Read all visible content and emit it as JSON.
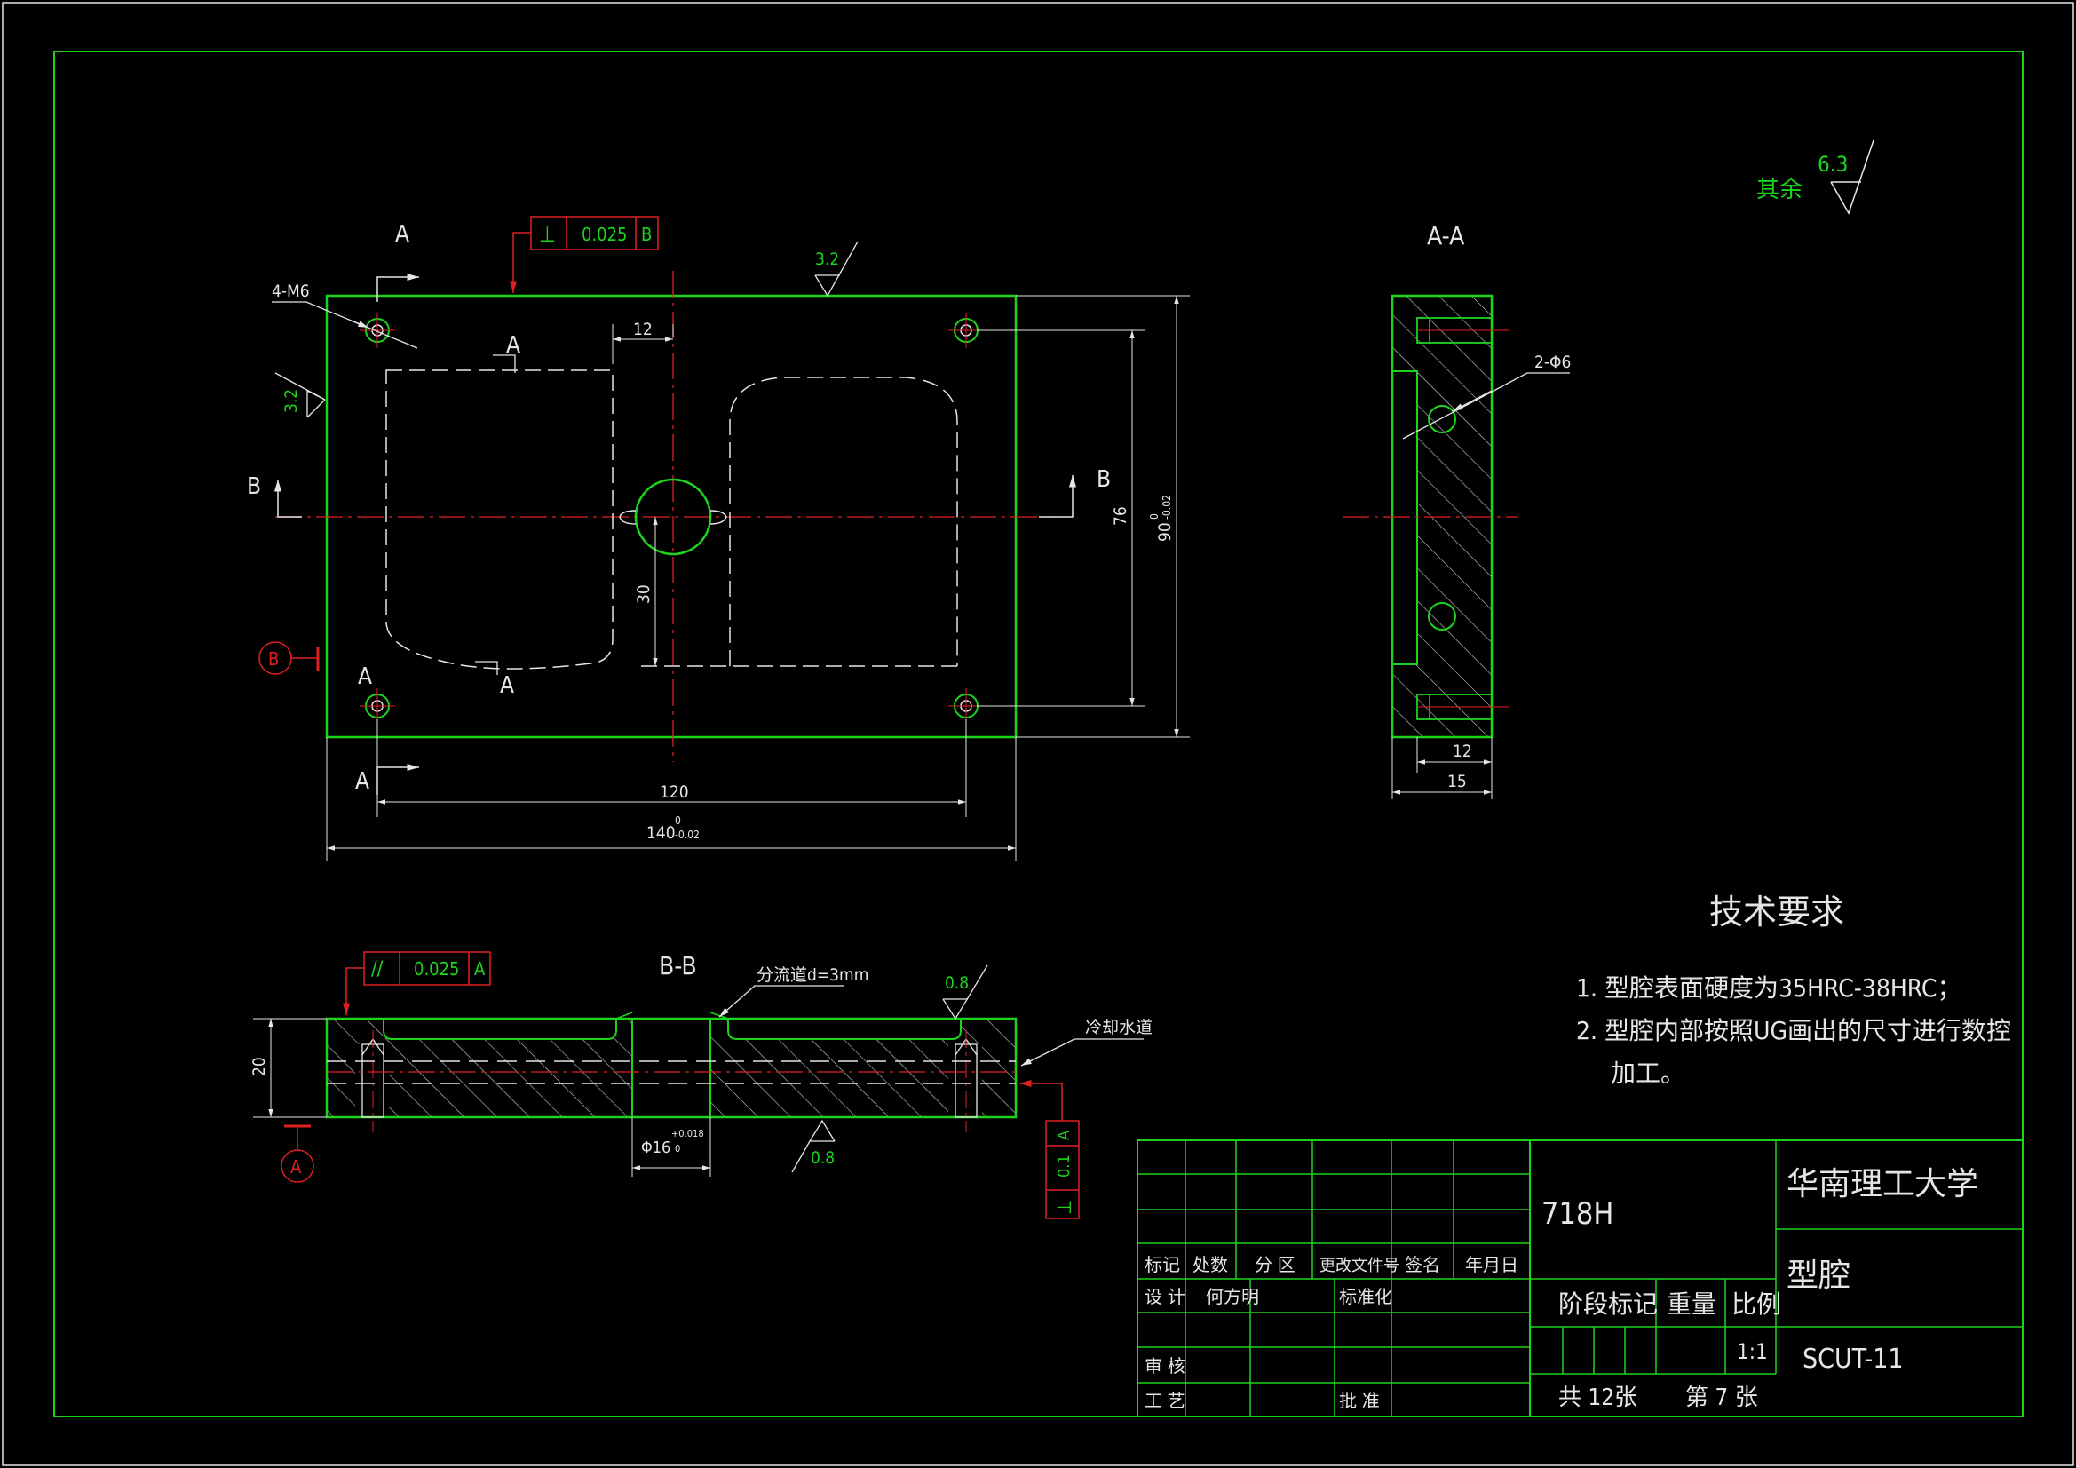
{
  "colors": {
    "outline": "#1dd41d",
    "dimension": "#e6e6e6",
    "centerline": "#e02020"
  },
  "main_view": {
    "label_section_a_top": "A",
    "label_section_a_bottom": "A",
    "label_b_left": "B",
    "label_b_right": "B",
    "label_a_inner_top": "A",
    "label_a_inner_bottom": "A",
    "label_a_corner_bottom": "A",
    "hole_label": "4-M6",
    "roughness_top": "3.2",
    "roughness_left": "3.2",
    "datum_b": "B",
    "gdt_top": {
      "symbol": "⊥",
      "value": "0.025",
      "datum": "B"
    },
    "dims": {
      "d12": "12",
      "d30": "30",
      "d76": "76",
      "d90": "90",
      "d90_tol_upper": "0",
      "d90_tol_lower": "-0.02",
      "d120": "120",
      "d140": "140",
      "d140_tol_upper": "0",
      "d140_tol_lower": "-0.02"
    }
  },
  "section_aa": {
    "title": "A-A",
    "hole_label": "2-Φ6",
    "dim_12": "12",
    "dim_15": "15"
  },
  "section_bb": {
    "title": "B-B",
    "channel_note": "分流道d=3mm",
    "cooling_note": "冷却水道",
    "roughness_top": "0.8",
    "roughness_bottom": "0.8",
    "dim_20": "20",
    "dim_16": "Φ16",
    "dim_16_tol_upper": "+0.018",
    "dim_16_tol_lower": "0",
    "datum_a": "A",
    "gdt_parallel": {
      "symbol": "//",
      "value": "0.025",
      "datum": "A"
    },
    "gdt_perp": {
      "symbol": "⊥",
      "value": "0.1",
      "datum": "A"
    }
  },
  "roughness_other": {
    "label": "其余",
    "value": "6.3"
  },
  "tech_requirements": {
    "title": "技术要求",
    "items": [
      "1.  型腔表面硬度为35HRC-38HRC；",
      "2.  型腔内部按照UG画出的尺寸进行数控",
      "加工。"
    ]
  },
  "title_block": {
    "material": "718H",
    "university": "华南理工大学",
    "part_name": "型腔",
    "drawing_no": "SCUT-11",
    "headers": [
      "标记",
      "处数",
      "分 区",
      "更改文件号",
      "签名",
      "年月日"
    ],
    "design_label": "设 计",
    "designer": "何方明",
    "standardize_label": "标准化",
    "review_label": "审 核",
    "process_label": "工 艺",
    "approve_label": "批 准",
    "stage_label": "阶段标记",
    "weight_label": "重量",
    "scale_label": "比例",
    "scale": "1:1",
    "total_sheets": "共 12张",
    "sheet_no": "第 7 张"
  }
}
